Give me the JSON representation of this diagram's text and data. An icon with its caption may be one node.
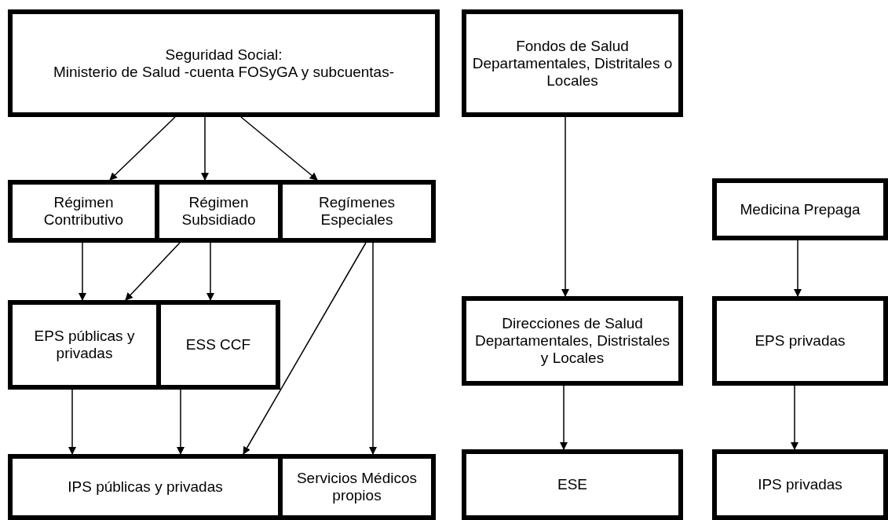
{
  "diagram": {
    "nodes": [
      {
        "text": [
          "Seguridad Social:",
          "Ministerio de Salud -cuenta FOSyGA y subcuentas-"
        ]
      },
      {
        "text": [
          "Fondos de Salud Departamentales, Distritales o Locales"
        ]
      },
      {
        "text": [
          "Régimen Contributivo"
        ]
      },
      {
        "text": [
          "Régimen Subsidiado"
        ]
      },
      {
        "text": [
          "Regímenes Especiales"
        ]
      },
      {
        "text": [
          "Medicina Prepaga"
        ]
      },
      {
        "text": [
          "EPS públicas y privadas"
        ]
      },
      {
        "text": [
          "ESS CCF"
        ]
      },
      {
        "text": [
          "Direcciones de Salud Departamentales, Distristales y Locales"
        ]
      },
      {
        "text": [
          "EPS privadas"
        ]
      },
      {
        "text": [
          "IPS públicas y privadas"
        ]
      },
      {
        "text": [
          "Servicios Médicos propios"
        ]
      },
      {
        "text": [
          "ESE"
        ]
      },
      {
        "text": [
          "IPS privadas"
        ]
      }
    ],
    "edges": [
      {
        "from": 0,
        "to": 2,
        "arrow": "to"
      },
      {
        "from": 0,
        "to": 3,
        "arrow": "to"
      },
      {
        "from": 0,
        "to": 4,
        "arrow": "to"
      },
      {
        "from": 2,
        "to": 6,
        "arrow": "to"
      },
      {
        "from": 3,
        "to": 6,
        "arrow": "to"
      },
      {
        "from": 3,
        "to": 7,
        "arrow": "to"
      },
      {
        "from": 4,
        "to": 10,
        "arrow": "to"
      },
      {
        "from": 4,
        "to": 11,
        "arrow": "to"
      },
      {
        "from": 6,
        "to": 10,
        "arrow": "to"
      },
      {
        "from": 7,
        "to": 10,
        "arrow": "to"
      },
      {
        "from": 1,
        "to": 8,
        "arrow": "to"
      },
      {
        "from": 8,
        "to": 12,
        "arrow": "to"
      },
      {
        "from": 5,
        "to": 9,
        "arrow": "to"
      },
      {
        "from": 9,
        "to": 13,
        "arrow": "to"
      }
    ]
  }
}
